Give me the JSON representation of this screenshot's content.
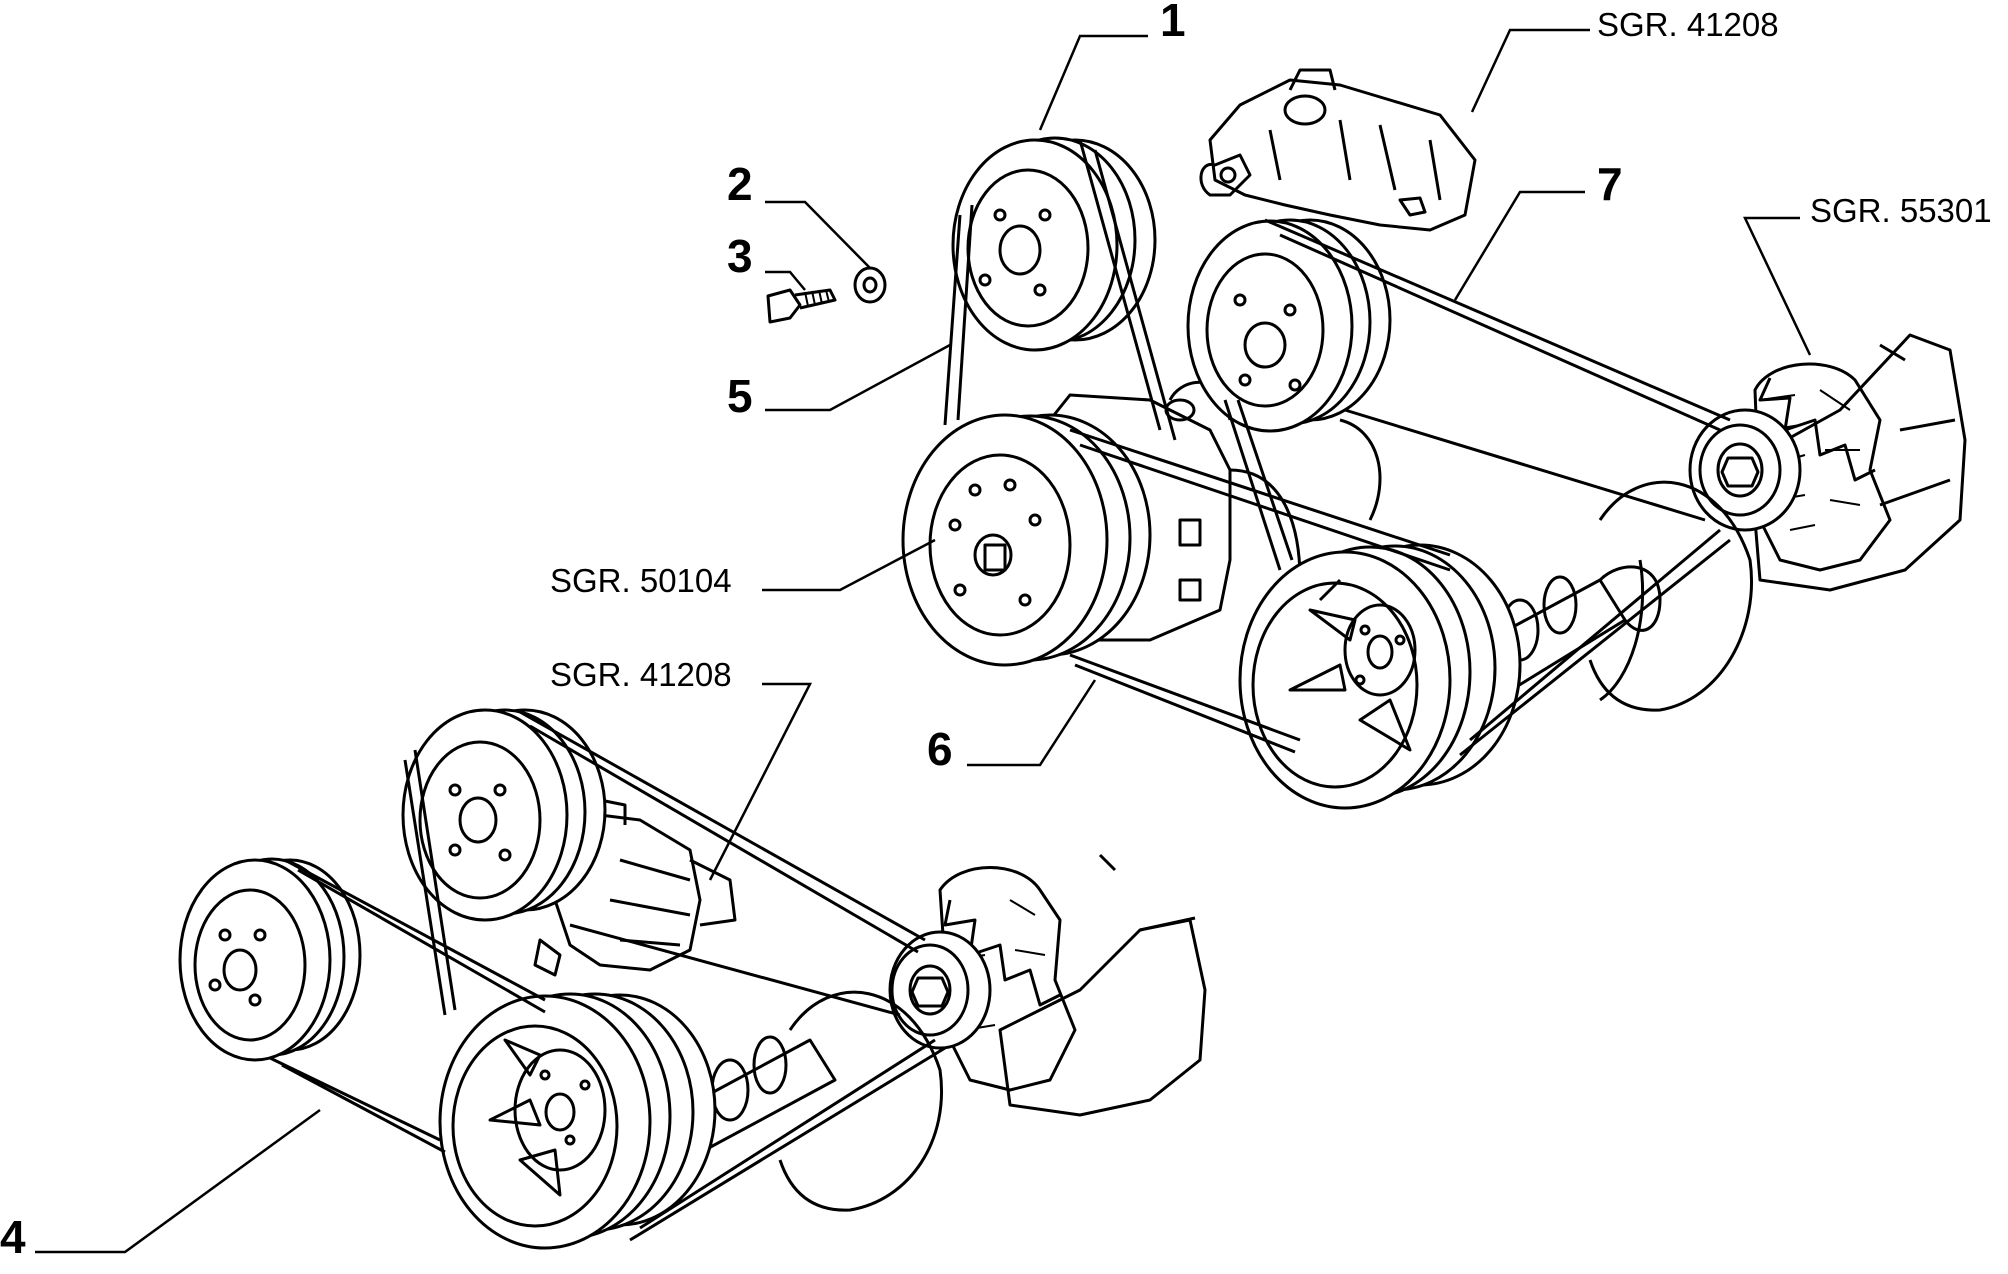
{
  "callouts": {
    "c1": "1",
    "c2": "2",
    "c3": "3",
    "c4": "4",
    "c5": "5",
    "c6": "6",
    "c7": "7"
  },
  "references": {
    "pump_top": "SGR. 41208",
    "alternator_top": "SGR. 55301",
    "compressor": "SGR. 50104",
    "pump_bottom": "SGR. 41208"
  }
}
